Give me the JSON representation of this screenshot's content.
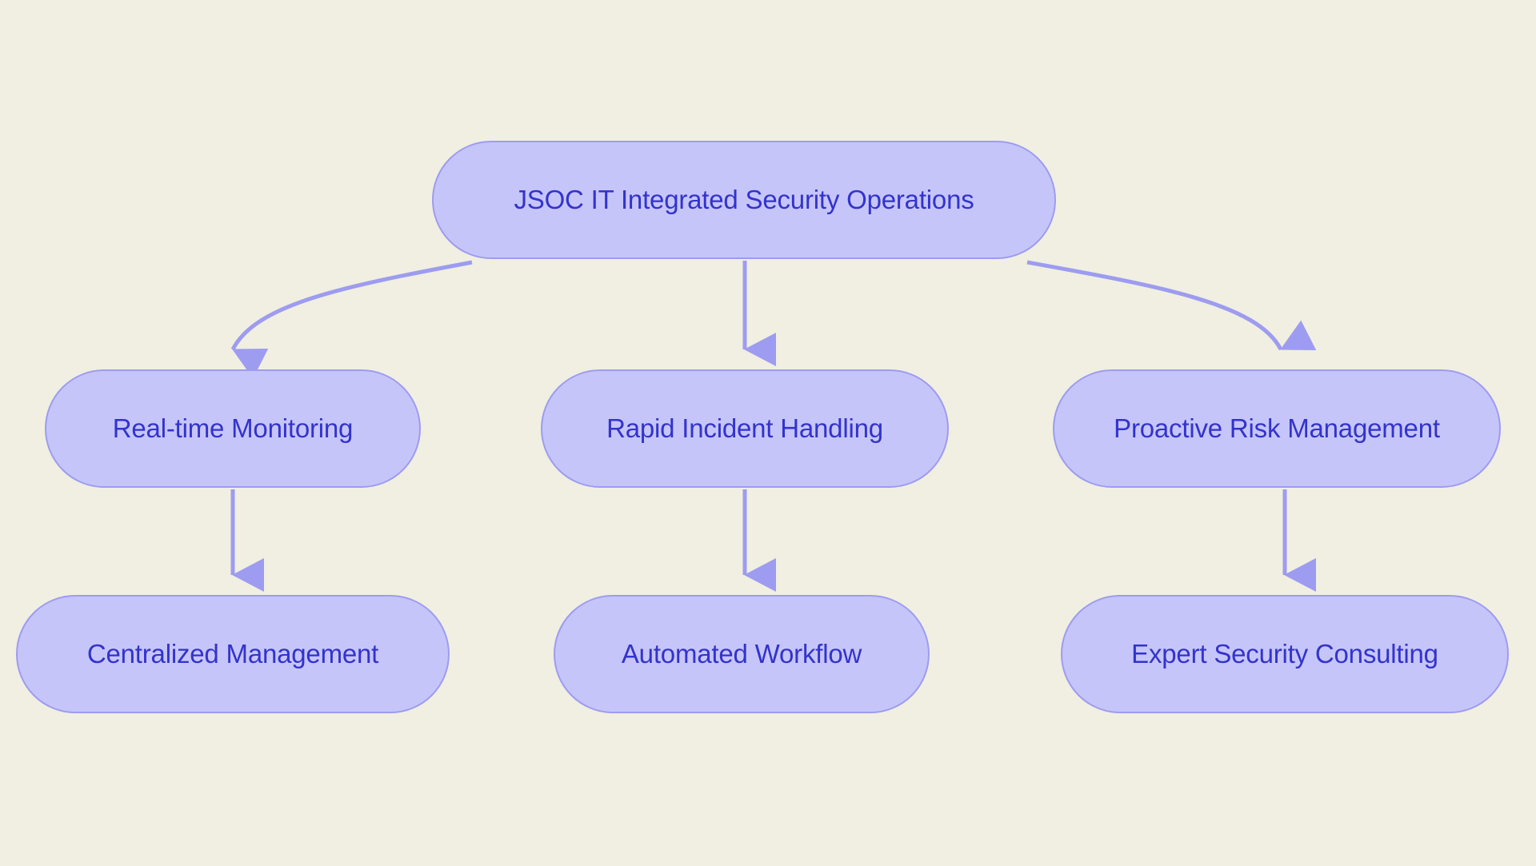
{
  "diagram": {
    "title": "JSOC IT Integrated Security Operations",
    "type": "flowchart",
    "orientation": "top-down",
    "background_color": "#f0efe2",
    "node_fill_color": "#c6c5fa",
    "node_border_color": "#9d9cf0",
    "node_text_color": "#3333cc",
    "edge_color": "#9d9cf0",
    "nodes": [
      {
        "id": "root",
        "label": "JSOC IT Integrated Security Operations",
        "row": 1
      },
      {
        "id": "monitoring",
        "label": "Real-time Monitoring",
        "row": 2
      },
      {
        "id": "incident",
        "label": "Rapid Incident Handling",
        "row": 2
      },
      {
        "id": "risk",
        "label": "Proactive Risk Management",
        "row": 2
      },
      {
        "id": "central",
        "label": "Centralized Management",
        "row": 3
      },
      {
        "id": "workflow",
        "label": "Automated Workflow",
        "row": 3
      },
      {
        "id": "consulting",
        "label": "Expert Security Consulting",
        "row": 3
      }
    ],
    "edges": [
      {
        "from": "root",
        "to": "monitoring",
        "style": "curved",
        "arrow": "triangle"
      },
      {
        "from": "root",
        "to": "incident",
        "style": "straight",
        "arrow": "triangle"
      },
      {
        "from": "root",
        "to": "risk",
        "style": "curved",
        "arrow": "triangle"
      },
      {
        "from": "monitoring",
        "to": "central",
        "style": "straight",
        "arrow": "triangle"
      },
      {
        "from": "incident",
        "to": "workflow",
        "style": "straight",
        "arrow": "triangle"
      },
      {
        "from": "risk",
        "to": "consulting",
        "style": "straight",
        "arrow": "triangle"
      }
    ]
  }
}
